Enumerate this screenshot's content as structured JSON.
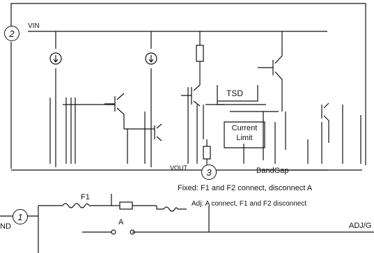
{
  "pins": [
    {
      "number": "2",
      "label": "VIN"
    },
    {
      "number": "3",
      "label": "VOUT"
    },
    {
      "number": "1",
      "label": "GND",
      "label_visible": "ND"
    }
  ],
  "blocks": {
    "tsd": "TSD",
    "current_limit_line1": "Current",
    "current_limit_line2": "Limit",
    "bandgap": "BandGap"
  },
  "fuses": {
    "f1": "F1",
    "a": "A"
  },
  "notes": {
    "fixed": "Fixed: F1 and F2 connect, disconnect A",
    "adj": "Adj: A connect, F1 and F2 disconnect"
  },
  "adj_label": "ADJ/G",
  "colors": {
    "line": "#111111",
    "background": "#ffffff"
  }
}
